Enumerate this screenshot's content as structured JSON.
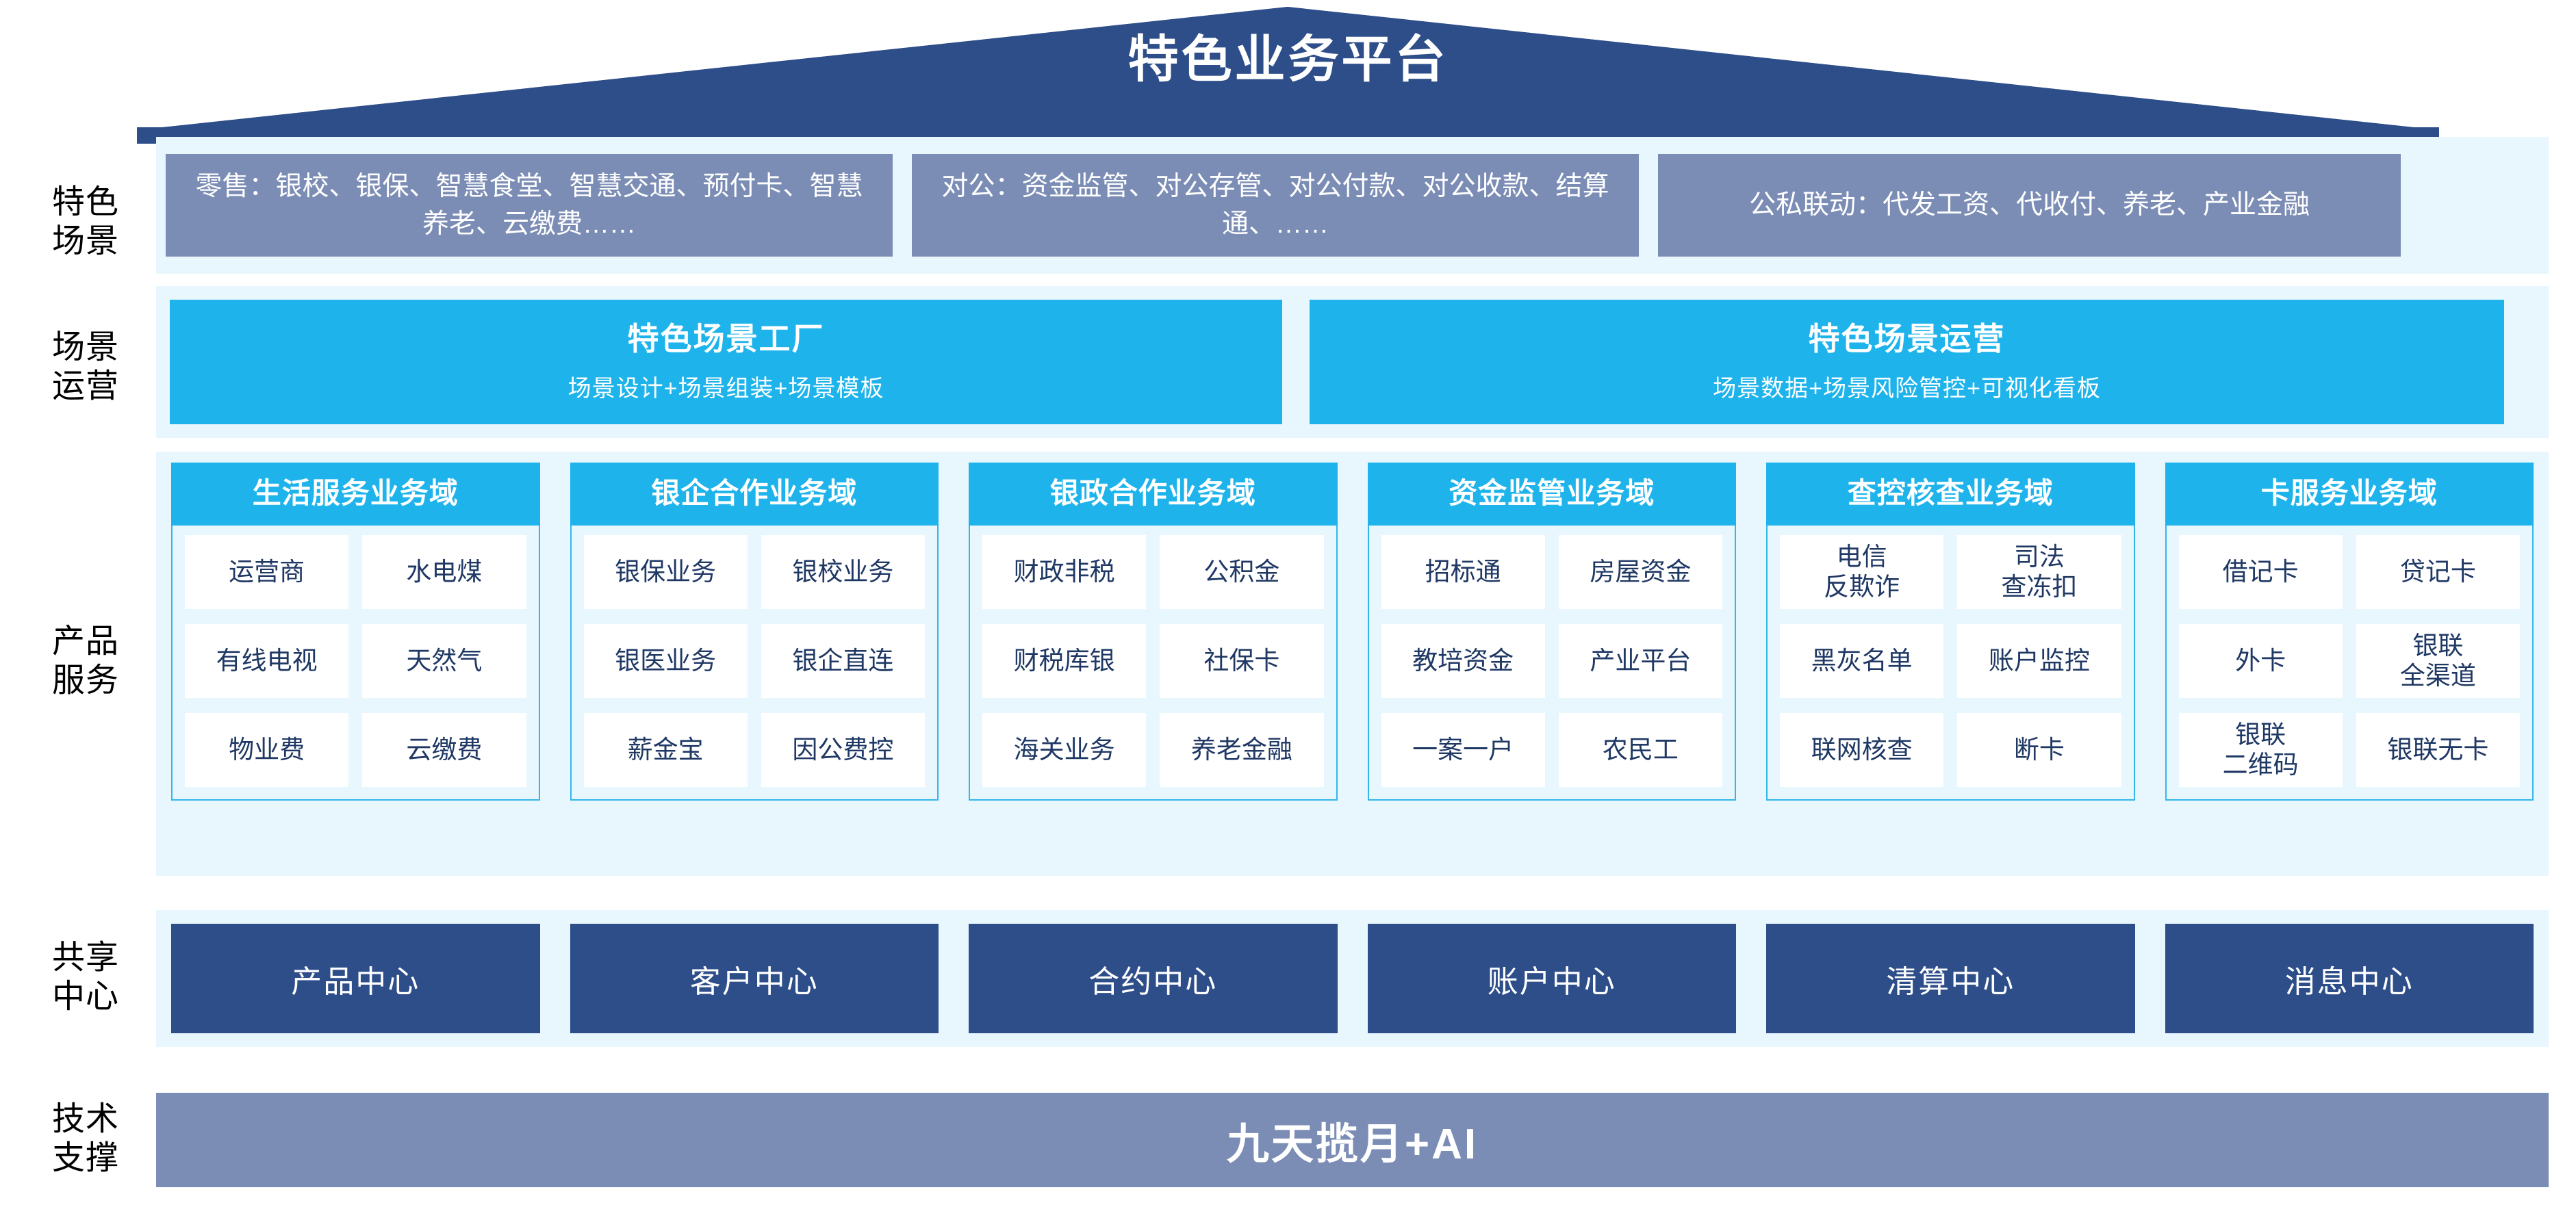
{
  "header": {
    "title": "特色业务平台",
    "banner_color": "#2e4e8a"
  },
  "rows": {
    "scene": {
      "label_line1": "特色",
      "label_line2": "场景"
    },
    "operation": {
      "label_line1": "场景",
      "label_line2": "运营"
    },
    "product": {
      "label_line1": "产品",
      "label_line2": "服务"
    },
    "shared": {
      "label_line1": "共享",
      "label_line2": "中心"
    },
    "tech": {
      "label_line1": "技术",
      "label_line2": "支撑"
    }
  },
  "scenes": [
    {
      "name": "retail",
      "text": "零售：银校、银保、智慧食堂、智慧交通、预付卡、智慧养老、云缴费……"
    },
    {
      "name": "corporate",
      "text": "对公：资金监管、对公存管、对公付款、对公收款、结算通、……"
    },
    {
      "name": "linkage",
      "text": "公私联动：代发工资、代收付、养老、产业金融"
    }
  ],
  "operations": [
    {
      "name": "scene-factory",
      "title": "特色场景工厂",
      "subtitle": "场景设计+场景组装+场景模板"
    },
    {
      "name": "scene-operation",
      "title": "特色场景运营",
      "subtitle": "场景数据+场景风险管控+可视化看板"
    }
  ],
  "domains": [
    {
      "name": "life-service",
      "title": "生活服务业务域",
      "items": [
        "运营商",
        "水电煤",
        "有线电视",
        "天然气",
        "物业费",
        "云缴费"
      ]
    },
    {
      "name": "bank-enterprise",
      "title": "银企合作业务域",
      "items": [
        "银保业务",
        "银校业务",
        "银医业务",
        "银企直连",
        "薪金宝",
        "因公费控"
      ]
    },
    {
      "name": "bank-government",
      "title": "银政合作业务域",
      "items": [
        "财政非税",
        "公积金",
        "财税库银",
        "社保卡",
        "海关业务",
        "养老金融"
      ]
    },
    {
      "name": "fund-supervision",
      "title": "资金监管业务域",
      "items": [
        "招标通",
        "房屋资金",
        "教培资金",
        "产业平台",
        "一案一户",
        "农民工"
      ]
    },
    {
      "name": "investigation",
      "title": "查控核查业务域",
      "items": [
        "电信\n反欺诈",
        "司法\n查冻扣",
        "黑灰名单",
        "账户监控",
        "联网核查",
        "断卡"
      ]
    },
    {
      "name": "card-service",
      "title": "卡服务业务域",
      "items": [
        "借记卡",
        "贷记卡",
        "外卡",
        "银联\n全渠道",
        "银联\n二维码",
        "银联无卡"
      ]
    }
  ],
  "shared_centers": [
    {
      "name": "product-center",
      "label": "产品中心"
    },
    {
      "name": "customer-center",
      "label": "客户中心"
    },
    {
      "name": "contract-center",
      "label": "合约中心"
    },
    {
      "name": "account-center",
      "label": "账户中心"
    },
    {
      "name": "clearing-center",
      "label": "清算中心"
    },
    {
      "name": "message-center",
      "label": "消息中心"
    }
  ],
  "tech_support": {
    "title": "九天揽月+AI"
  },
  "colors": {
    "deep_blue": "#2e4e8a",
    "slate_blue": "#7b8db5",
    "cyan": "#1eb4eb",
    "panel_bg": "#e8f6fd",
    "cell_text": "#1f3864"
  }
}
